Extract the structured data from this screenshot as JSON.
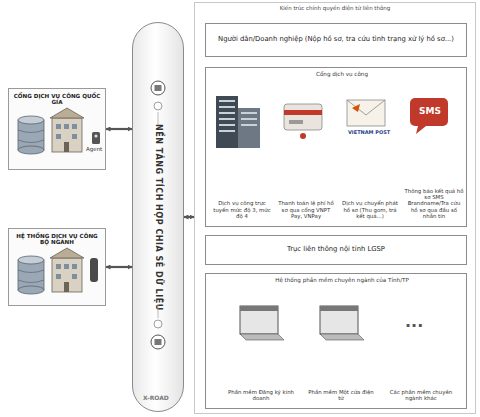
{
  "diagram": {
    "nodes": [
      {
        "text": [
          "CỔNG DỊCH VỤ CÔNG QUỐC GIA"
        ]
      },
      {
        "text": [
          "HỆ THỐNG DỊCH VỤ CÔNG BỘ NGÀNH"
        ]
      },
      {
        "text": [
          "NỀN TẢNG TÍCH HỢP CHIA SẺ DỮ LIỆU"
        ]
      },
      {
        "text": [
          "Kiến trúc chính quyền điện tử liên thông"
        ]
      },
      {
        "text": [
          "Người dân/Doanh nghiệp (Nộp hồ sơ, tra cứu tình trạng xử lý hồ sơ...)"
        ],
        "in": 3
      },
      {
        "text": [
          "Cổng dịch vụ công"
        ],
        "in": 3
      },
      {
        "text": [
          "Dịch vụ công trực tuyến mức độ 3, mức độ 4"
        ],
        "in": 5
      },
      {
        "text": [
          "Thanh toán lệ phí hồ sơ qua cổng VNPT Pay, VNPay"
        ],
        "in": 5
      },
      {
        "text": [
          "Dịch vụ chuyển phát hồ sơ (Thu gom, trả kết quả...)"
        ],
        "in": 5
      },
      {
        "text": [
          "Thông báo kết quả hồ sơ SMS Brandname/Tra cứu hồ sơ qua đầu số nhắn tin"
        ],
        "in": 5
      },
      {
        "text": [
          "Trục liên thông nội tỉnh LGSP"
        ],
        "in": 3
      },
      {
        "text": [
          "Hệ thống phần mềm chuyên ngành của Tỉnh/TP"
        ],
        "in": 3
      },
      {
        "text": [
          "Phần mềm Đăng ký kinh doanh"
        ],
        "in": 11
      },
      {
        "text": [
          "Phần mềm Một cửa điện tử"
        ],
        "in": 11
      },
      {
        "text": [
          "Các phần mềm chuyên ngành khác"
        ],
        "in": 11
      }
    ],
    "edges": [
      {
        "from": 0,
        "to": 2,
        "arrow": "both"
      },
      {
        "from": 1,
        "to": 2,
        "arrow": "both"
      },
      {
        "from": 2,
        "to": 3,
        "arrow": "both"
      }
    ],
    "labels": [
      "Agent",
      "VIETNAM POST",
      "SMS",
      "X-ROAD",
      "..."
    ]
  }
}
